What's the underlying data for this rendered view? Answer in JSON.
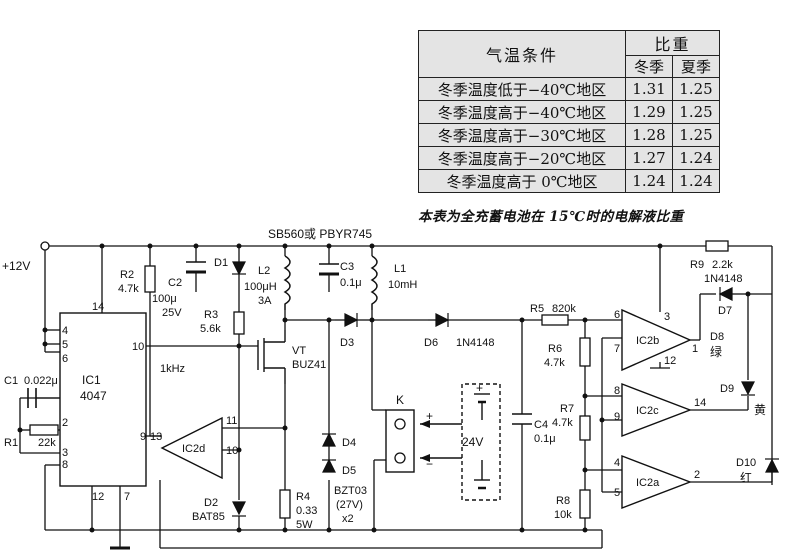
{
  "table": {
    "col_condition": "气温条件",
    "col_ratio": "比重",
    "col_winter": "冬季",
    "col_summer": "夏季",
    "rows": [
      {
        "cond": "冬季温度低于−40℃地区",
        "winter": "1.31",
        "summer": "1.25"
      },
      {
        "cond": "冬季温度高于−40℃地区",
        "winter": "1.29",
        "summer": "1.25"
      },
      {
        "cond": "冬季温度高于−30℃地区",
        "winter": "1.28",
        "summer": "1.25"
      },
      {
        "cond": "冬季温度高于−20℃地区",
        "winter": "1.27",
        "summer": "1.24"
      },
      {
        "cond": "冬季温度高于 0℃地区",
        "winter": "1.24",
        "summer": "1.24"
      }
    ]
  },
  "caption": "本表为全充蓄电池在 15℃时的电解液比重",
  "circuit": {
    "supply": "+12V",
    "top_part": "SB560或 PBYR745",
    "ic1": "IC1",
    "ic1_part": "4047",
    "freq": "1kHz",
    "r2": "R2",
    "r2_val": "4.7k",
    "c2": "C2",
    "c2_val1": "100μ",
    "c2_val2": "25V",
    "d1": "D1",
    "r3": "R3",
    "r3_val": "5.6k",
    "l2": "L2",
    "l2_val1": "100μH",
    "l2_val2": "3A",
    "c3": "C3",
    "c3_val": "0.1μ",
    "l1": "L1",
    "l1_val": "10mH",
    "vt": "VT",
    "vt_part": "BUZ41",
    "d3": "D3",
    "d6": "D6",
    "d6_part": "1N4148",
    "r5": "R5",
    "r5_val": "820k",
    "r6": "R6",
    "r6_val": "4.7k",
    "r7": "R7",
    "r7_val": "4.7k",
    "r8": "R8",
    "r8_val": "10k",
    "r9": "R9",
    "r9_val": "2.2k",
    "d7": "D7",
    "d7_part": "1N4148",
    "d8": "D8",
    "d8_color": "绿",
    "d9": "D9",
    "d9_color": "黄",
    "d10": "D10",
    "d10_color": "红",
    "c1": "C1",
    "c1_val": "0.022μ",
    "r1": "R1",
    "r1_val": "22k",
    "ic2d": "IC2d",
    "ic2b": "IC2b",
    "ic2c": "IC2c",
    "ic2a": "IC2a",
    "d2": "D2",
    "d2_part": "BAT85",
    "r4": "R4",
    "r4_val1": "0.33",
    "r4_val2": "5W",
    "d4": "D4",
    "d5": "D5",
    "bzt": "BZT03",
    "bzt_v": "(27V)",
    "bzt_x": "x2",
    "k": "K",
    "battery": "24V",
    "c4": "C4",
    "c4_val": "0.1μ",
    "plus": "+",
    "minus": "−",
    "pins": {
      "p14": "14",
      "p4": "4",
      "p5": "5",
      "p6": "6",
      "p10": "10",
      "p2": "2",
      "p3": "3",
      "p8": "8",
      "p12": "12",
      "p7": "7",
      "p9": "9",
      "p13": "13",
      "p11": "11",
      "p10b": "10",
      "b6": "6",
      "b7": "7",
      "b3": "3",
      "b1": "1",
      "b12": "12",
      "c8": "8",
      "c9": "9",
      "c14": "14",
      "a4": "4",
      "a5": "5",
      "a2": "2"
    }
  }
}
